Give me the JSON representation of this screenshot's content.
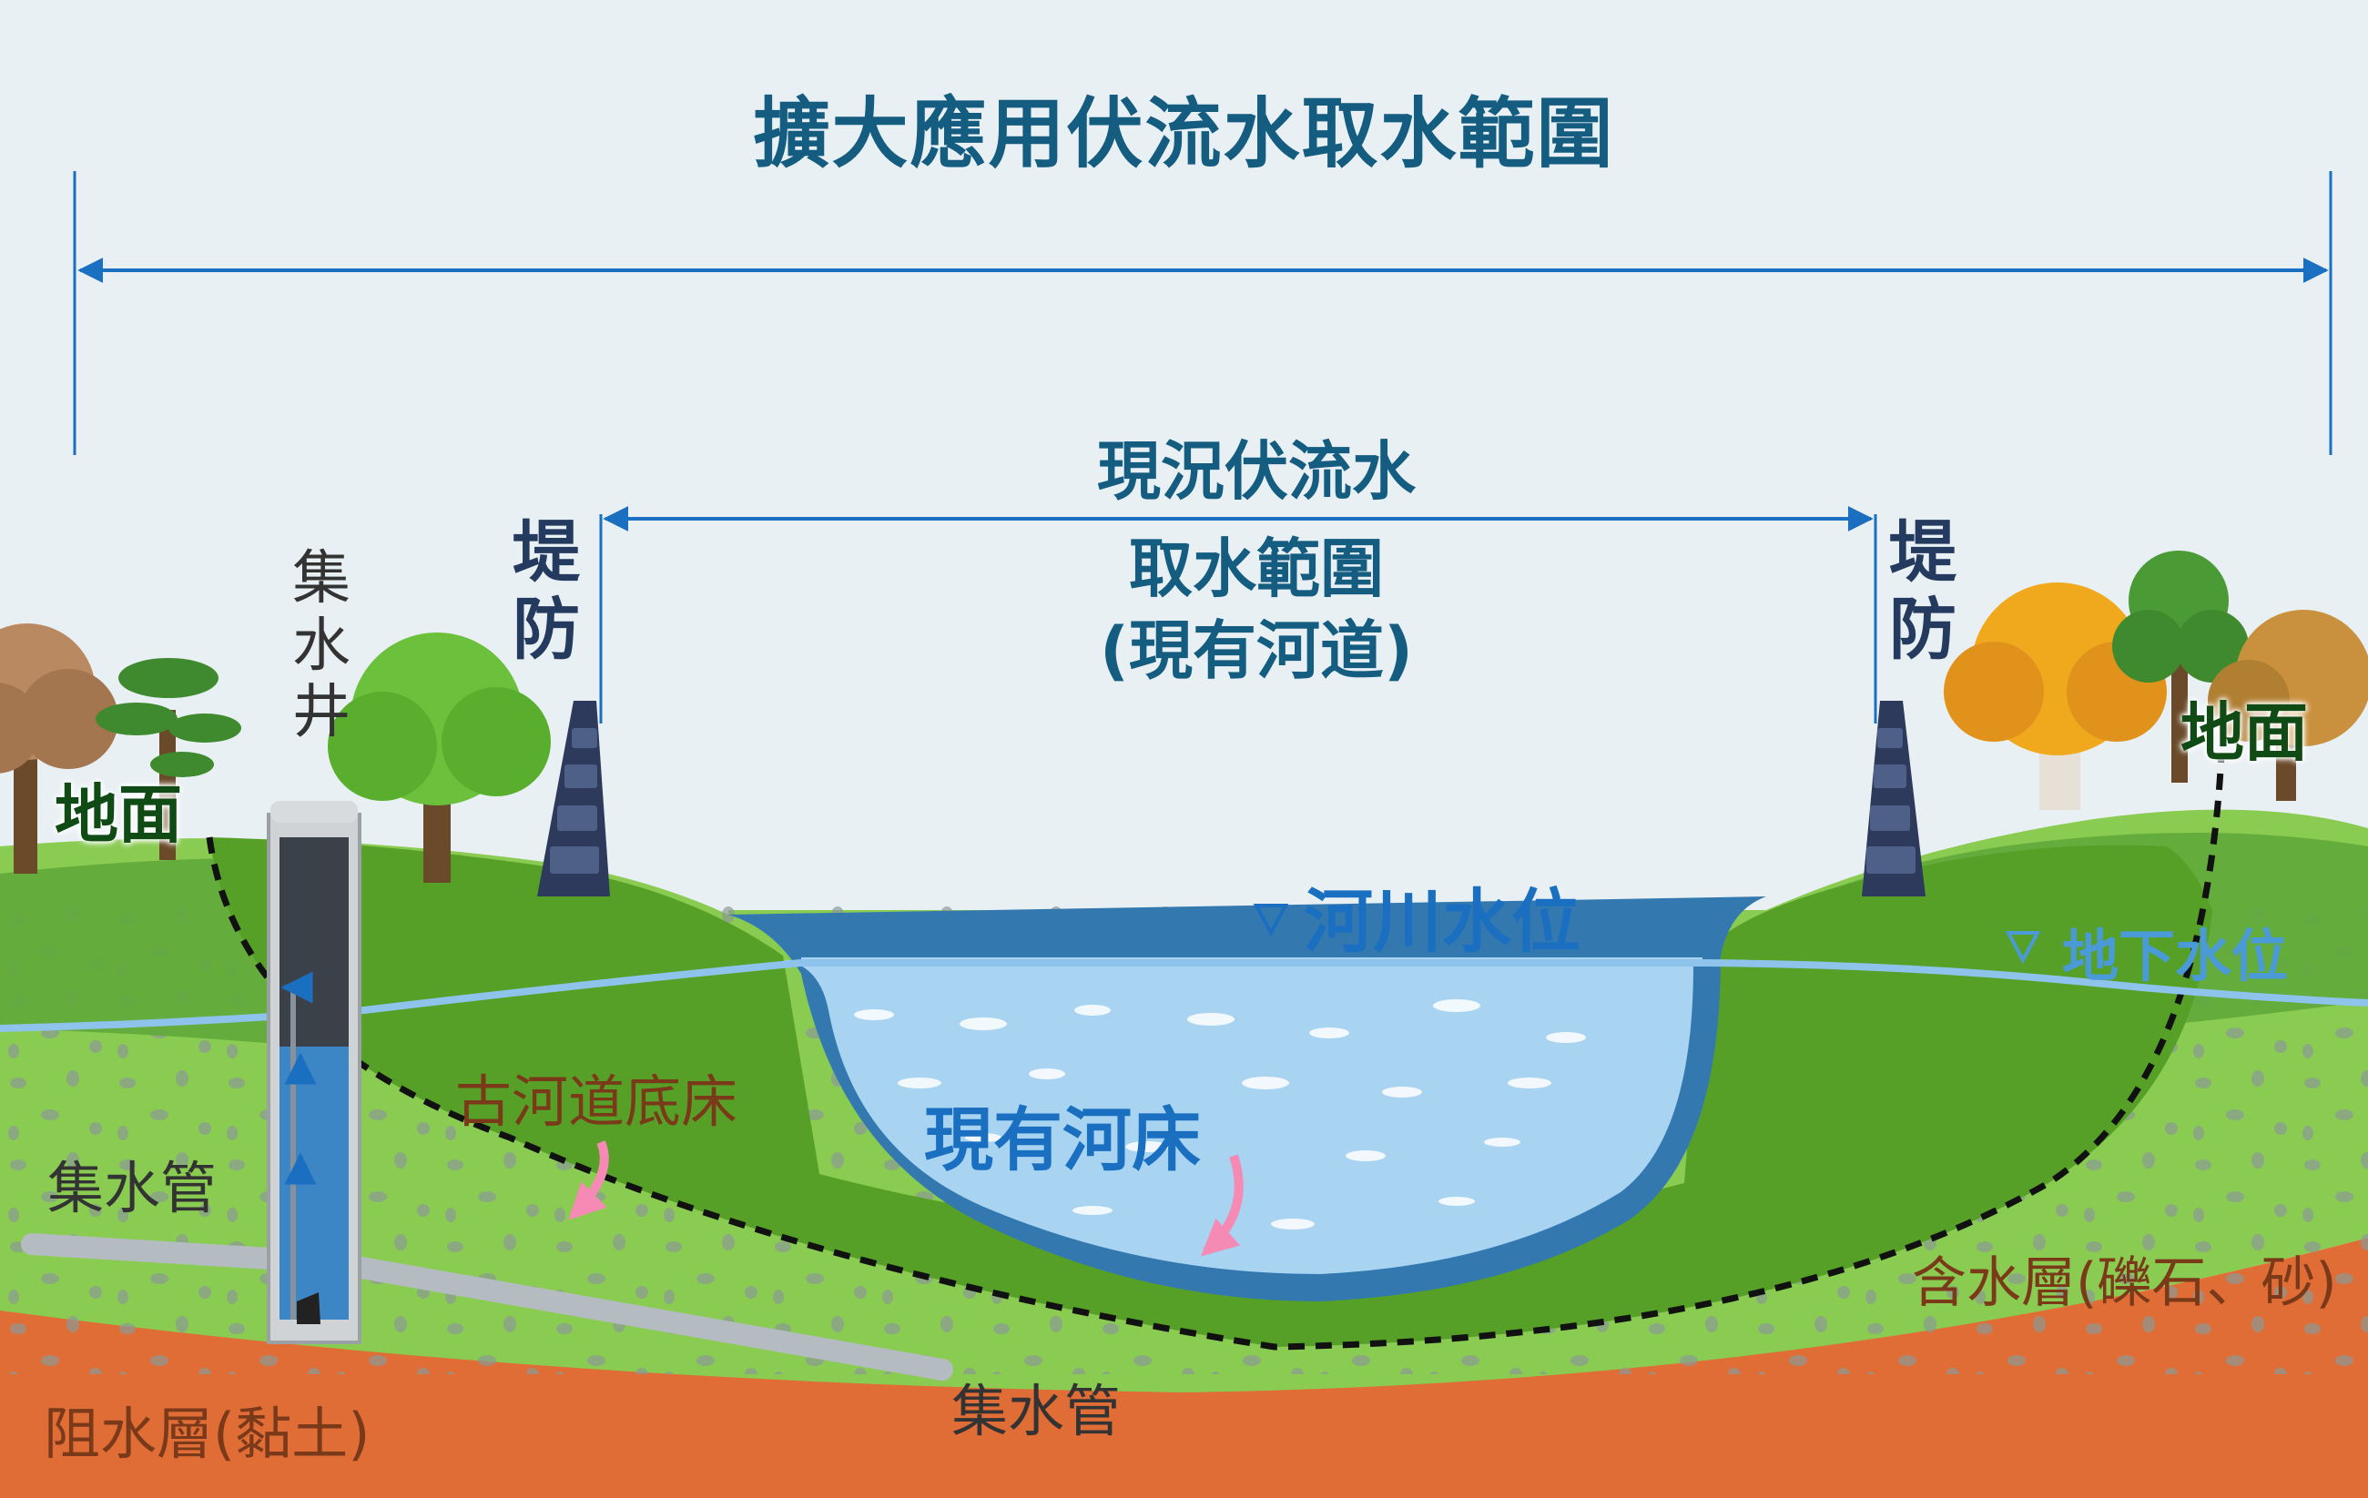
{
  "diagram": {
    "title": "擴大應用伏流水取水範圍",
    "current_range": {
      "line1": "現況伏流水",
      "line2": "取水範圍",
      "line3": "(現有河道)"
    },
    "dyke_label": "堤防",
    "well_label": "集水井",
    "ground_label": "地面",
    "river_water_level": "河川水位",
    "groundwater_level": "地下水位",
    "ancient_riverbed": "古河道底床",
    "current_riverbed": "現有河床",
    "collector_pipe": "集水管",
    "aquifer": "含水層(礫石、砂)",
    "aquitard": "阻水層(黏土)",
    "colors": {
      "title": "#145c80",
      "river": "#a8d4f2",
      "riverbed": "#3478b0",
      "ground": "#8acb52",
      "aquitard": "#e06c36",
      "arrow": "#f58ab4"
    }
  }
}
